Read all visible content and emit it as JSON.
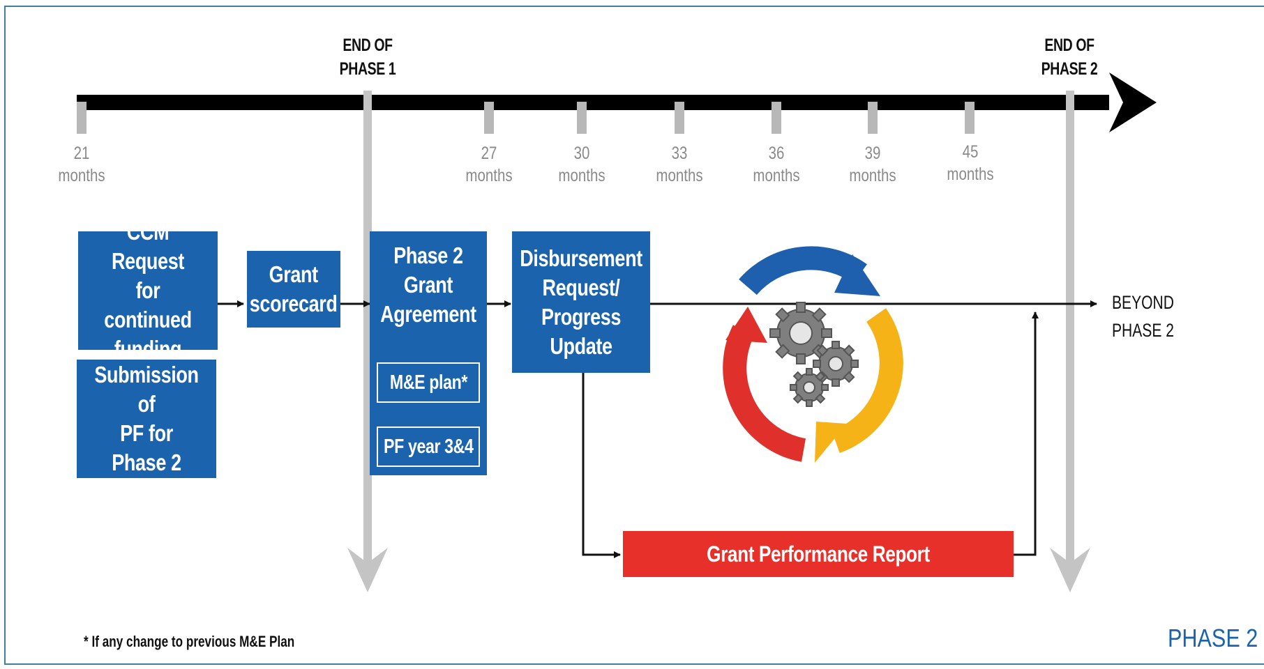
{
  "timeline": {
    "ticks": [
      {
        "value": "21",
        "unit": "months"
      },
      {
        "value": "27",
        "unit": "months"
      },
      {
        "value": "30",
        "unit": "months"
      },
      {
        "value": "33",
        "unit": "months"
      },
      {
        "value": "36",
        "unit": "months"
      },
      {
        "value": "39",
        "unit": "months"
      },
      {
        "value": "45",
        "unit": "months"
      }
    ],
    "end_phase_1": [
      "END OF",
      "PHASE 1"
    ],
    "end_phase_2": [
      "END OF",
      "PHASE 2"
    ]
  },
  "boxes": {
    "ccm_request": [
      "CCM Request",
      "for continued",
      "funding"
    ],
    "submission_pf": [
      "Submission of",
      "PF for",
      "Phase 2"
    ],
    "grant_scorecard": [
      "Grant",
      "scorecard"
    ],
    "phase2_agreement": [
      "Phase 2",
      "Grant",
      "Agreement"
    ],
    "me_plan": "M&E plan*",
    "pf_year": "PF year 3&4",
    "disbursement": [
      "Disbursement",
      "Request/",
      "Progress",
      "Update"
    ],
    "grant_performance_report": "Grant Performance Report"
  },
  "beyond_phase_2": [
    "BEYOND",
    "PHASE 2"
  ],
  "footnote": "* If any change to previous M&E Plan",
  "phase_tag": "PHASE 2",
  "colors": {
    "box_blue": "#1b63ad",
    "report_red": "#e8302a",
    "cycle_blue": "#1e5fae",
    "cycle_yellow": "#f5b318",
    "cycle_red": "#e0302b",
    "phase_line_gray": "#c4c4c4"
  },
  "icons": [
    "cycle-arrows-icon",
    "gears-icon"
  ]
}
